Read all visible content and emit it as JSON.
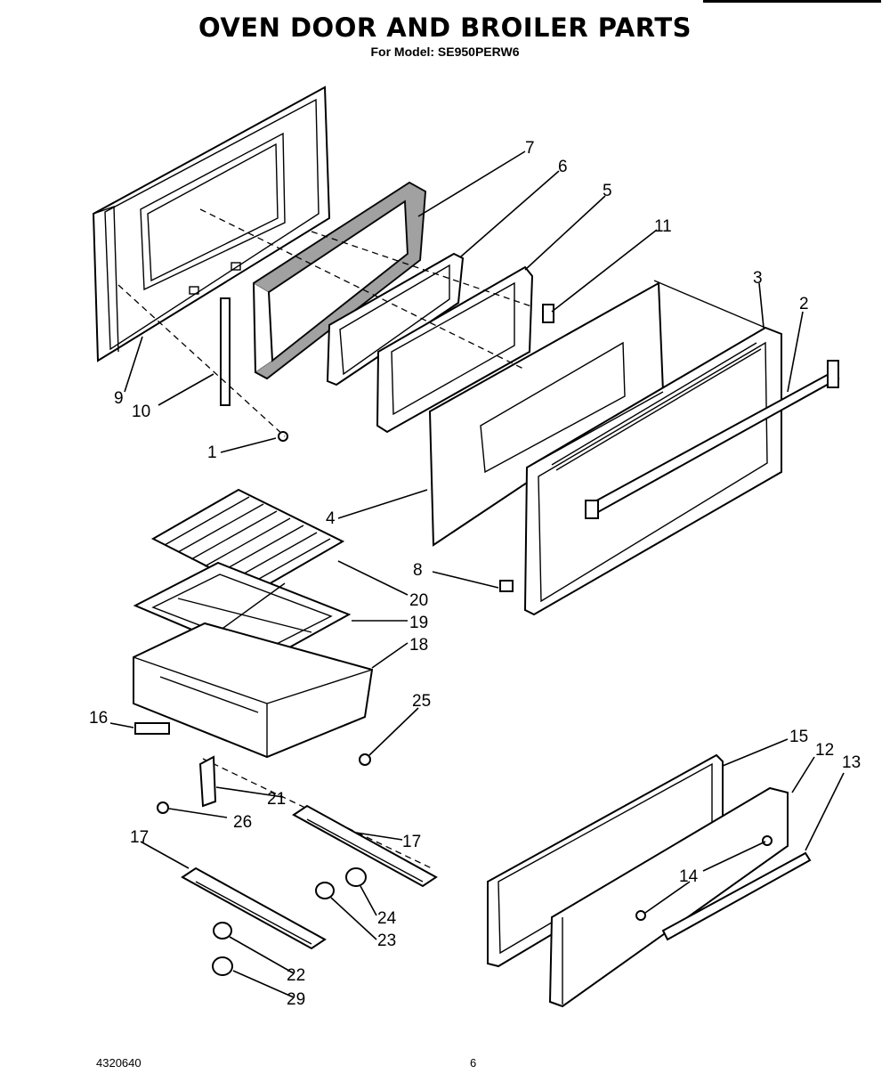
{
  "title": "OVEN DOOR AND BROILER PARTS",
  "subtitle": "For Model: SE950PERW6",
  "footer": {
    "doc_number": "4320640",
    "page_number": "6"
  },
  "callouts": {
    "c1": "1",
    "c2": "2",
    "c3": "3",
    "c4": "4",
    "c5": "5",
    "c6": "6",
    "c7": "7",
    "c8": "8",
    "c9": "9",
    "c10": "10",
    "c11": "11",
    "c12": "12",
    "c13": "13",
    "c14": "14",
    "c15": "15",
    "c16": "16",
    "c17a": "17",
    "c17b": "17",
    "c18": "18",
    "c19": "19",
    "c20": "20",
    "c21": "21",
    "c22": "22",
    "c23": "23",
    "c24": "24",
    "c25": "25",
    "c26": "26",
    "c29": "29"
  }
}
